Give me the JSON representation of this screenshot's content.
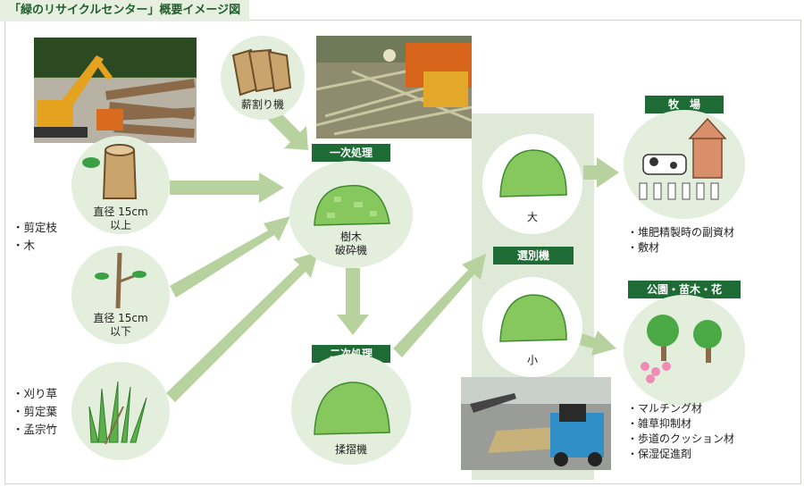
{
  "title": "「緑のリサイクルセンター」概要イメージ図",
  "inputs": {
    "branches": [
      "・剪定枝",
      "・木"
    ],
    "grass": [
      "・刈り草",
      "・剪定葉",
      "・孟宗竹"
    ]
  },
  "labels": {
    "thick": "直径 15cm\n以上",
    "thin": "直径 15cm\n以下",
    "firewood": "薪割り機",
    "crusher": "樹木\n破砕機",
    "kneader": "揉摺機",
    "large": "大",
    "small": "小"
  },
  "badges": {
    "primary": "一次処理",
    "secondary": "二次処理",
    "sorter": "選別機",
    "farm": "牧　場",
    "park": "公園・苗木・花"
  },
  "uses": {
    "farm": [
      "・堆肥精製時の副資材",
      "・敷材"
    ],
    "park": [
      "・マルチング材",
      "・雑草抑制材",
      "・歩道のクッション材",
      "・保湿促進剤"
    ]
  },
  "colors": {
    "arrow": "#b8d29f",
    "circle": "#e3eedc",
    "badge": "#1f6b35",
    "title_text": "#1e5f2b",
    "chip": "#86c75e"
  }
}
